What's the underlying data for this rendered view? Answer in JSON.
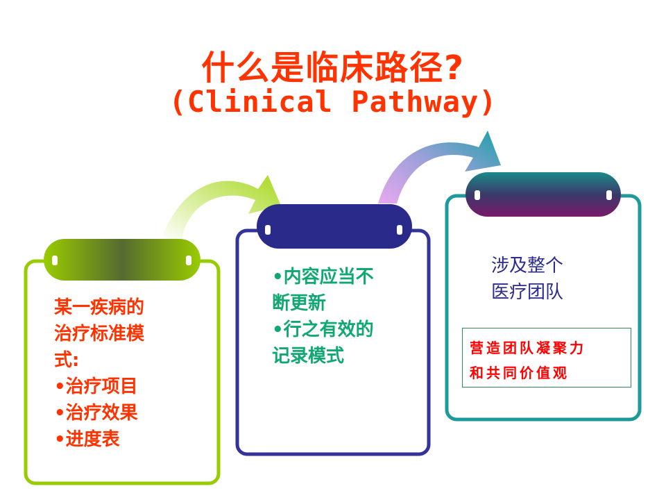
{
  "title": {
    "line1": "什么是临床路径?",
    "line2": "(Clinical Pathway)"
  },
  "boxes": [
    {
      "color": "#99cc00",
      "lines": [
        "某一疾病的",
        "治疗标准模",
        "式:",
        "•治疗项目",
        "•治疗效果",
        "•进度表"
      ]
    },
    {
      "color": "#333399",
      "lines": [
        "•内容应当不",
        "断更新",
        "•行之有效的",
        "记录模式"
      ]
    },
    {
      "color": "#1e9a9a",
      "lines": [
        "涉及整个",
        "医疗团队"
      ],
      "motto": [
        "营造团队凝聚力",
        "和共同价值观"
      ]
    }
  ]
}
